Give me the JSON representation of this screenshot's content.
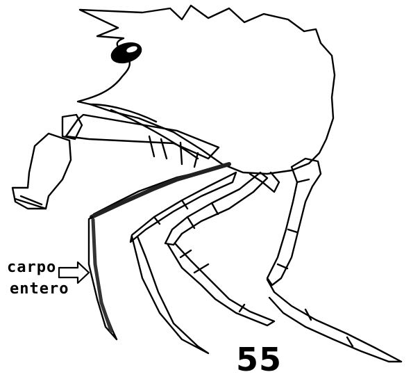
{
  "figure": {
    "label_line1": "carpo",
    "label_line2": "entero",
    "figure_number": "55",
    "ink_color": "#000000",
    "paper_color": "#ffffff"
  }
}
